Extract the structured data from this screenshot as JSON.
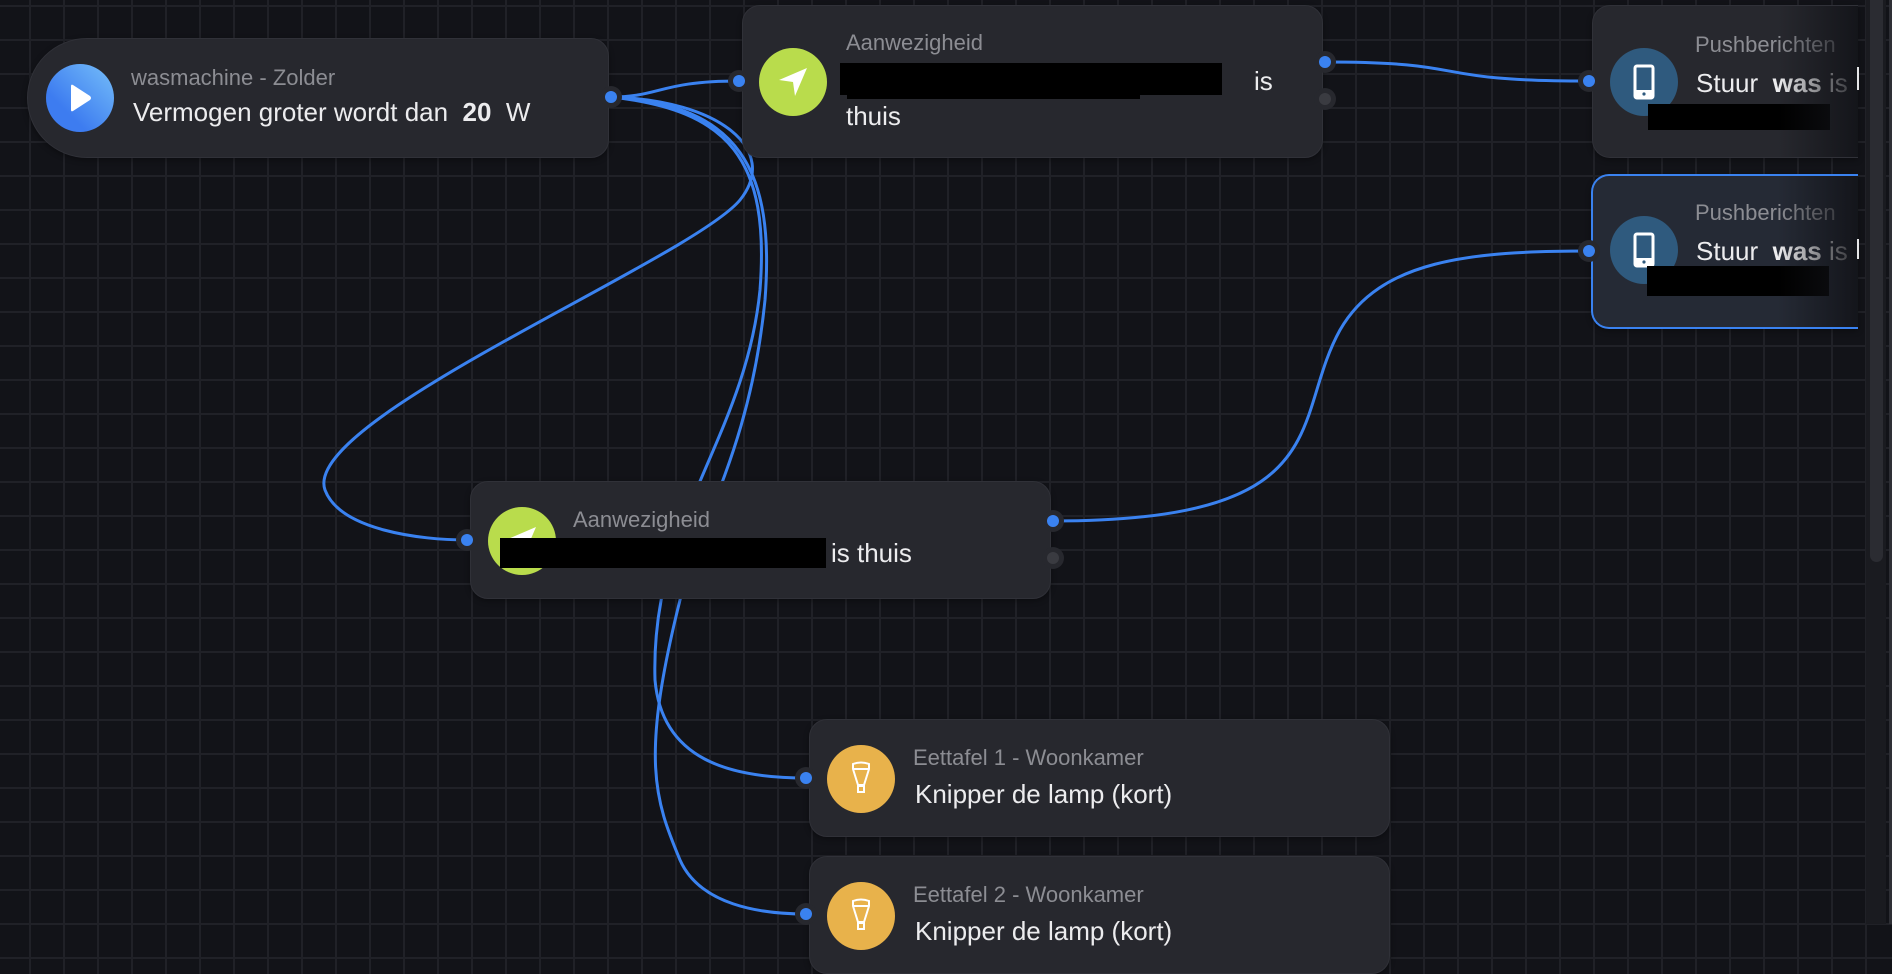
{
  "flow": {
    "trigger": {
      "device": "wasmachine - Zolder",
      "condition_prefix": "Vermogen groter wordt dan",
      "value": "20",
      "unit": "W",
      "icon": "play-icon"
    },
    "conditions": [
      {
        "title": "Aanwezigheid",
        "name_redacted": true,
        "suffix_line1": "is",
        "suffix_line2": "thuis",
        "icon": "location-arrow-icon"
      },
      {
        "title": "Aanwezigheid",
        "name_redacted": true,
        "suffix": "is thuis",
        "icon": "location-arrow-icon"
      }
    ],
    "actions": [
      {
        "title": "Pushberichten",
        "text_prefix": "Stuur",
        "text_bold": "was",
        "text_rest": "is",
        "icon": "phone-icon",
        "selected": false
      },
      {
        "title": "Pushberichten",
        "text_prefix": "Stuur",
        "text_bold": "was",
        "text_rest": "is",
        "icon": "phone-icon",
        "selected": true
      },
      {
        "title": "Eettafel 1 - Woonkamer",
        "text": "Knipper de lamp (kort)",
        "icon": "lamp-icon"
      },
      {
        "title": "Eettafel 2 - Woonkamer",
        "text": "Knipper de lamp (kort)",
        "icon": "lamp-icon"
      }
    ]
  },
  "colors": {
    "background": "#121318",
    "card": "#27282e",
    "wire": "#3a82f0",
    "location_icon": "#b9dc4c",
    "push_icon": "#2f5a7e",
    "lamp_icon": "#e8b24b"
  }
}
